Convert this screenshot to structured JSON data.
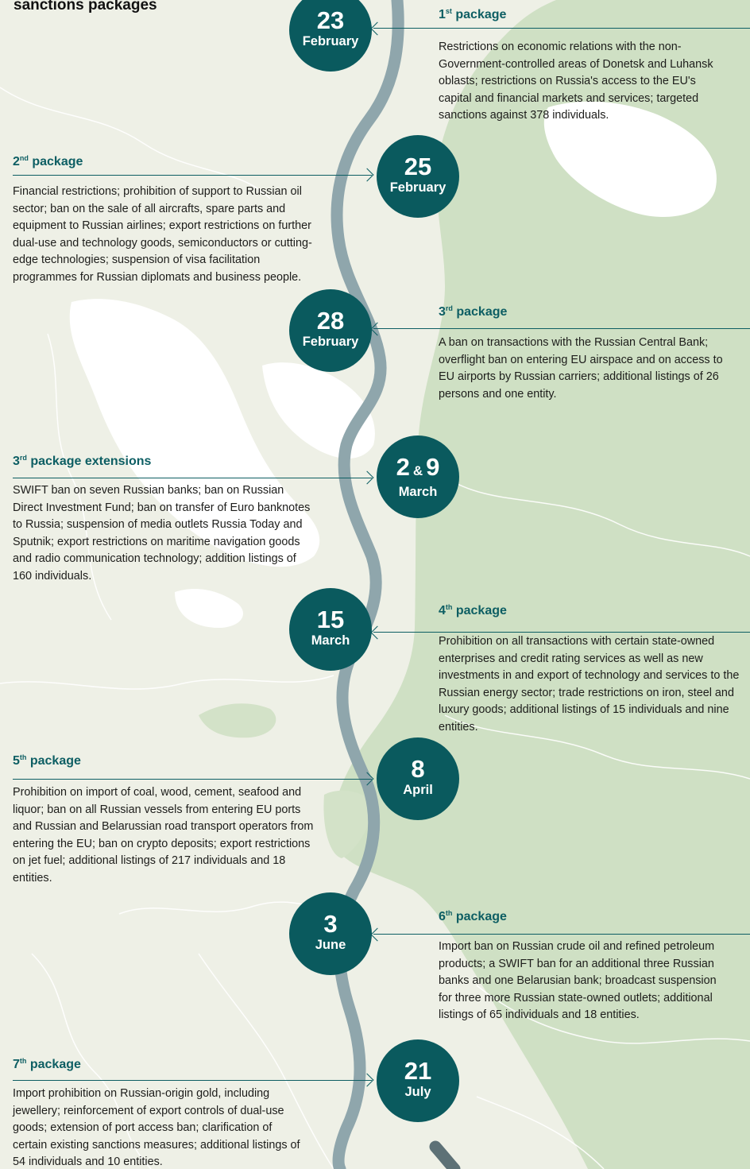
{
  "title": "sanctions packages",
  "packages": [
    {
      "num": "1",
      "suffix": "st",
      "label": "package",
      "day": "23",
      "month": "February",
      "text": "Restrictions on economic relations with the non-Government-controlled areas of Donetsk and Luhansk oblasts; restrictions on Russia's access to the EU's capital and financial markets and services; targeted sanctions against 378 individuals."
    },
    {
      "num": "2",
      "suffix": "nd",
      "label": "package",
      "day": "25",
      "month": "February",
      "text": "Financial restrictions; prohibition of support to Russian oil sector; ban on the sale of all aircrafts, spare parts and equipment to Russian airlines; export restrictions on further dual-use and technology goods, semiconductors or cutting-edge technologies; suspension of visa facilitation programmes for Russian diplomats and business people."
    },
    {
      "num": "3",
      "suffix": "rd",
      "label": "package",
      "day": "28",
      "month": "February",
      "text": "A ban on transactions with the Russian Central Bank; overflight ban on entering EU airspace and on access to EU airports by Russian carriers; additional listings of 26 persons and one entity."
    },
    {
      "num": "3",
      "suffix": "rd",
      "label": "package extensions",
      "day_a": "2",
      "day_amp": "&",
      "day_b": "9",
      "month": "March",
      "text": "SWIFT ban on seven Russian banks; ban on Russian Direct Investment Fund; ban on transfer of Euro banknotes to Russia; suspension of media outlets Russia Today and Sputnik; export restrictions on maritime navigation goods and radio communication technology; addition listings of 160 individuals."
    },
    {
      "num": "4",
      "suffix": "th",
      "label": "package",
      "day": "15",
      "month": "March",
      "text": "Prohibition on all transactions with certain state-owned enterprises and credit rating services as well as new investments in and export of technology and services to the Russian energy sector; trade restrictions on iron, steel and luxury goods; additional listings of 15 individuals and nine entities."
    },
    {
      "num": "5",
      "suffix": "th",
      "label": "package",
      "day": "8",
      "month": "April",
      "text": "Prohibition on import of coal, wood, cement, seafood and liquor; ban on all Russian vessels from entering EU ports and Russian and Belarussian road transport operators from entering the EU; ban on crypto deposits; export restrictions on jet fuel; additional listings of 217 individuals and 18 entities."
    },
    {
      "num": "6",
      "suffix": "th",
      "label": "package",
      "day": "3",
      "month": "June",
      "text": "Import ban on Russian crude oil and refined petroleum products; a SWIFT ban for an additional three Russian banks and one Belarusian bank; broadcast suspension for three more Russian state-owned outlets; additional listings of 65 individuals and 18 entities."
    },
    {
      "num": "7",
      "suffix": "th",
      "label": "package",
      "day": "21",
      "month": "July",
      "text": "Import prohibition on Russian-origin gold, including jewellery; reinforcement of export controls of dual-use goods; extension of port access ban; clarification of certain existing sanctions measures; additional listings of 54 individuals and 10 entities."
    }
  ],
  "colors": {
    "accent": "#0a5a5e",
    "river": "#8fa6ac",
    "land_east": "#cfe0c4",
    "land": "#eef0e6",
    "sea": "#ffffff"
  }
}
